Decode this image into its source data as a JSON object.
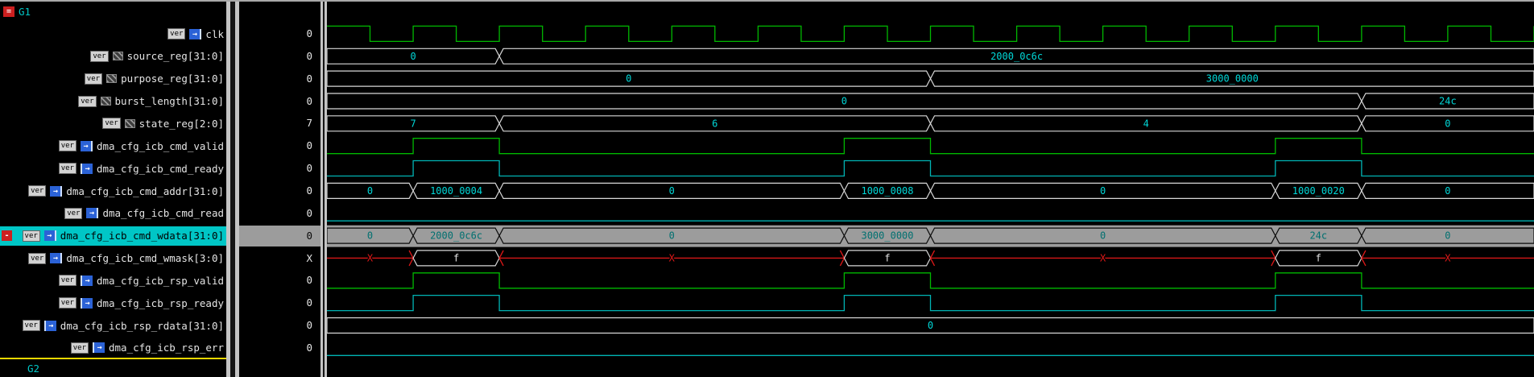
{
  "groups": {
    "top": "G1",
    "bottom": "G2"
  },
  "glyphs": {
    "group_marker": "=",
    "selected_marker": "-",
    "port_arrow": "→"
  },
  "timeline": {
    "cycles": 14
  },
  "colors": {
    "green": "#00b800",
    "cyan": "#00b4b4",
    "bus": "#d8d8d8",
    "bus_label": "#00d8d8",
    "red": "#e01818",
    "white": "#e6e6e6",
    "selected_bg": "#9c9c9c",
    "selected_wave": "#0a0a0a",
    "selected_label": "#007070",
    "highlight": "#00c6c6",
    "yellow": "#ecd800"
  },
  "signals": [
    {
      "id": "clk",
      "badge": "ver",
      "icon": "input-port",
      "label": "clk",
      "value": "0",
      "wave": {
        "kind": "clock",
        "color": "green",
        "cycles": 14,
        "start": "high"
      }
    },
    {
      "id": "source-reg",
      "badge": "ver",
      "icon": "register",
      "label": "source_reg[31:0]",
      "value": "0",
      "wave": {
        "kind": "bus",
        "segments": [
          {
            "label": "0",
            "start": 0,
            "end": 2
          },
          {
            "label": "2000_0c6c",
            "start": 2,
            "end": 14
          }
        ]
      }
    },
    {
      "id": "purpose-reg",
      "badge": "ver",
      "icon": "register",
      "label": "purpose_reg[31:0]",
      "value": "0",
      "wave": {
        "kind": "bus",
        "segments": [
          {
            "label": "0",
            "start": 0,
            "end": 7
          },
          {
            "label": "3000_0000",
            "start": 7,
            "end": 14
          }
        ]
      }
    },
    {
      "id": "burst-length",
      "badge": "ver",
      "icon": "register",
      "label": "burst_length[31:0]",
      "value": "0",
      "wave": {
        "kind": "bus",
        "segments": [
          {
            "label": "0",
            "start": 0,
            "end": 12
          },
          {
            "label": "24c",
            "start": 12,
            "end": 14
          }
        ]
      }
    },
    {
      "id": "state-reg",
      "badge": "ver",
      "icon": "register",
      "label": "state_reg[2:0]",
      "value": "7",
      "wave": {
        "kind": "bus",
        "segments": [
          {
            "label": "7",
            "start": 0,
            "end": 2
          },
          {
            "label": "6",
            "start": 2,
            "end": 7
          },
          {
            "label": "4",
            "start": 7,
            "end": 12
          },
          {
            "label": "0",
            "start": 12,
            "end": 14
          }
        ]
      }
    },
    {
      "id": "cmd-valid",
      "badge": "ver",
      "icon": "input-port",
      "label": "dma_cfg_icb_cmd_valid",
      "value": "0",
      "wave": {
        "kind": "pulse",
        "color": "green",
        "pulses": [
          {
            "start": 1,
            "end": 2
          },
          {
            "start": 6,
            "end": 7
          },
          {
            "start": 11,
            "end": 12
          }
        ]
      }
    },
    {
      "id": "cmd-ready",
      "badge": "ver",
      "icon": "output-port",
      "label": "dma_cfg_icb_cmd_ready",
      "value": "0",
      "wave": {
        "kind": "pulse",
        "color": "cyan",
        "pulses": [
          {
            "start": 1,
            "end": 2
          },
          {
            "start": 6,
            "end": 7
          },
          {
            "start": 11,
            "end": 12
          }
        ]
      }
    },
    {
      "id": "cmd-addr",
      "badge": "ver",
      "icon": "input-port",
      "label": "dma_cfg_icb_cmd_addr[31:0]",
      "value": "0",
      "wave": {
        "kind": "bus",
        "segments": [
          {
            "label": "0",
            "start": 0,
            "end": 1
          },
          {
            "label": "1000_0004",
            "start": 1,
            "end": 2
          },
          {
            "label": "0",
            "start": 2,
            "end": 6
          },
          {
            "label": "1000_0008",
            "start": 6,
            "end": 7
          },
          {
            "label": "0",
            "start": 7,
            "end": 11
          },
          {
            "label": "1000_0020",
            "start": 11,
            "end": 12
          },
          {
            "label": "0",
            "start": 12,
            "end": 14
          }
        ]
      }
    },
    {
      "id": "cmd-read",
      "badge": "ver",
      "icon": "input-port",
      "label": "dma_cfg_icb_cmd_read",
      "value": "0",
      "wave": {
        "kind": "flat",
        "color": "cyan"
      }
    },
    {
      "id": "cmd-wdata",
      "badge": "ver",
      "icon": "input-port",
      "label": "dma_cfg_icb_cmd_wdata[31:0]",
      "value": "0",
      "selected": true,
      "wave": {
        "kind": "bus",
        "segments": [
          {
            "label": "0",
            "start": 0,
            "end": 1
          },
          {
            "label": "2000_0c6c",
            "start": 1,
            "end": 2
          },
          {
            "label": "0",
            "start": 2,
            "end": 6
          },
          {
            "label": "3000_0000",
            "start": 6,
            "end": 7
          },
          {
            "label": "0",
            "start": 7,
            "end": 11
          },
          {
            "label": "24c",
            "start": 11,
            "end": 12
          },
          {
            "label": "0",
            "start": 12,
            "end": 14
          }
        ]
      }
    },
    {
      "id": "cmd-wmask",
      "badge": "ver",
      "icon": "input-port",
      "label": "dma_cfg_icb_cmd_wmask[3:0]",
      "value": "X",
      "wave": {
        "kind": "xbus",
        "segments": [
          {
            "label": "X",
            "start": 0,
            "end": 1,
            "state": "unknown"
          },
          {
            "label": "f",
            "start": 1,
            "end": 2,
            "state": "valid"
          },
          {
            "label": "X",
            "start": 2,
            "end": 6,
            "state": "unknown"
          },
          {
            "label": "f",
            "start": 6,
            "end": 7,
            "state": "valid"
          },
          {
            "label": "X",
            "start": 7,
            "end": 11,
            "state": "unknown"
          },
          {
            "label": "f",
            "start": 11,
            "end": 12,
            "state": "valid"
          },
          {
            "label": "X",
            "start": 12,
            "end": 14,
            "state": "unknown"
          }
        ]
      }
    },
    {
      "id": "rsp-valid",
      "badge": "ver",
      "icon": "output-port",
      "label": "dma_cfg_icb_rsp_valid",
      "value": "0",
      "wave": {
        "kind": "pulse",
        "color": "green",
        "pulses": [
          {
            "start": 1,
            "end": 2
          },
          {
            "start": 6,
            "end": 7
          },
          {
            "start": 11,
            "end": 12
          }
        ]
      }
    },
    {
      "id": "rsp-ready",
      "badge": "ver",
      "icon": "output-port",
      "label": "dma_cfg_icb_rsp_ready",
      "value": "0",
      "wave": {
        "kind": "pulse",
        "color": "cyan",
        "pulses": [
          {
            "start": 1,
            "end": 2
          },
          {
            "start": 6,
            "end": 7
          },
          {
            "start": 11,
            "end": 12
          }
        ]
      }
    },
    {
      "id": "rsp-rdata",
      "badge": "ver",
      "icon": "output-port",
      "label": "dma_cfg_icb_rsp_rdata[31:0]",
      "value": "0",
      "wave": {
        "kind": "bus",
        "segments": [
          {
            "label": "0",
            "start": 0,
            "end": 14
          }
        ]
      }
    },
    {
      "id": "rsp-err",
      "badge": "ver",
      "icon": "output-port",
      "label": "dma_cfg_icb_rsp_err",
      "value": "0",
      "wave": {
        "kind": "flat",
        "color": "cyan"
      }
    }
  ]
}
